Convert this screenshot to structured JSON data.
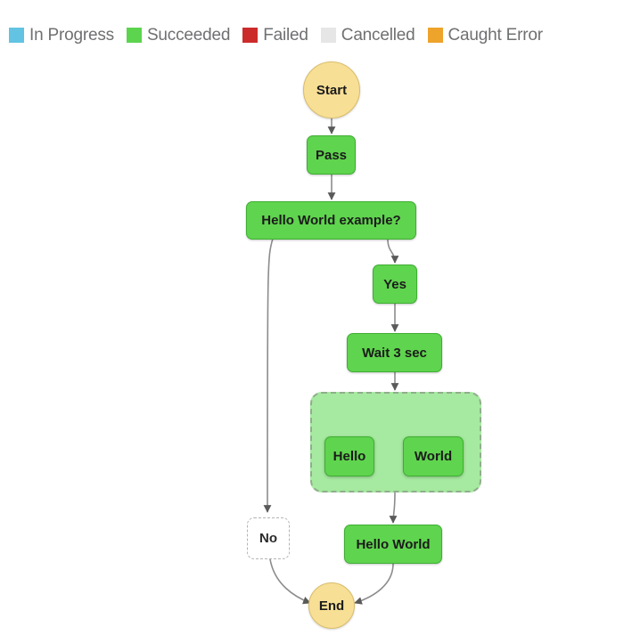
{
  "legend": {
    "items": [
      {
        "label": "In Progress",
        "color": "#62c3e3",
        "icon": "square-swatch-icon"
      },
      {
        "label": "Succeeded",
        "color": "#5cd44e",
        "icon": "square-swatch-icon"
      },
      {
        "label": "Failed",
        "color": "#cc2b2b",
        "icon": "square-swatch-icon"
      },
      {
        "label": "Cancelled",
        "color": "#e6e6e6",
        "icon": "square-swatch-icon"
      },
      {
        "label": "Caught Error",
        "color": "#eea32b",
        "icon": "square-swatch-icon"
      }
    ]
  },
  "graph": {
    "nodes": {
      "start": {
        "label": "Start",
        "status": "Caught Error"
      },
      "pass": {
        "label": "Pass",
        "status": "Succeeded"
      },
      "choice": {
        "label": "Hello World example?",
        "status": "Succeeded"
      },
      "yes": {
        "label": "Yes",
        "status": "Succeeded"
      },
      "wait": {
        "label": "Wait 3 sec",
        "status": "Succeeded"
      },
      "parallel": {
        "label": "",
        "status": "Succeeded"
      },
      "hello": {
        "label": "Hello",
        "status": "Succeeded"
      },
      "world": {
        "label": "World",
        "status": "Succeeded"
      },
      "no": {
        "label": "No",
        "status": "Cancelled"
      },
      "helloworld": {
        "label": "Hello World",
        "status": "Succeeded"
      },
      "end": {
        "label": "End",
        "status": "Caught Error"
      }
    }
  }
}
